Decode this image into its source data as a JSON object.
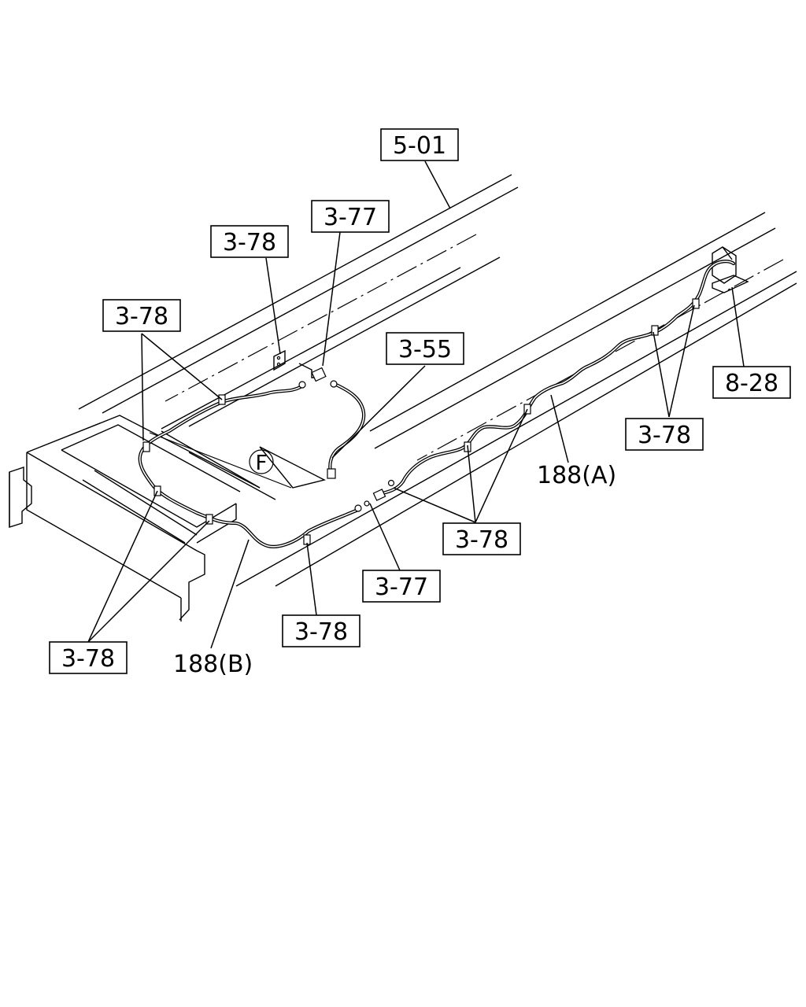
{
  "labels": {
    "ref_5_01": "5-01",
    "ref_3_77_top": "3-77",
    "ref_3_78_top": "3-78",
    "ref_3_78_left": "3-78",
    "ref_3_55": "3-55",
    "ref_8_28": "8-28",
    "ref_3_78_right": "3-78",
    "ref_188_a": "188(A)",
    "ref_3_78_mid": "3-78",
    "ref_3_77_bottom": "3-77",
    "ref_3_78_bottom": "3-78",
    "ref_3_78_bottom_left": "3-78",
    "ref_188_b": "188(B)",
    "view_marker": "F"
  }
}
